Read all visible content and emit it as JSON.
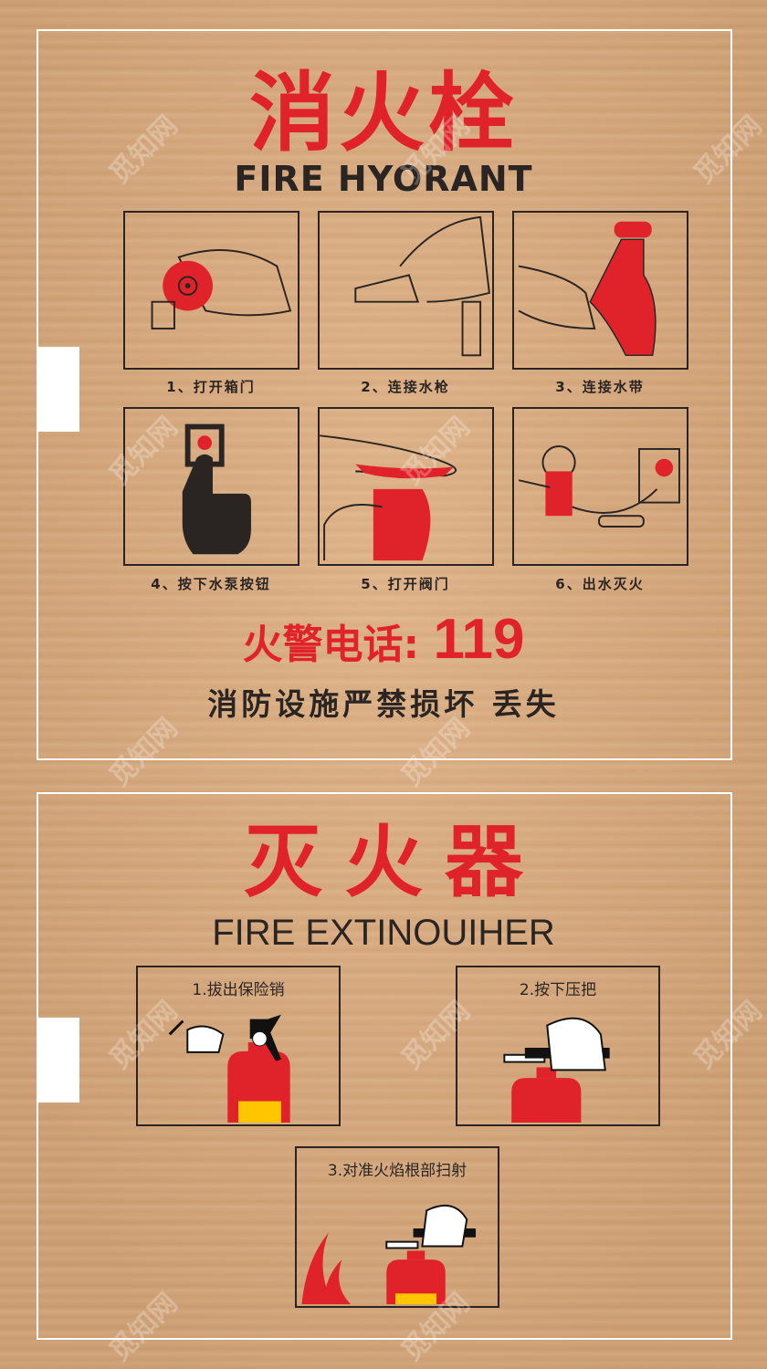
{
  "hydrant": {
    "title": "消火栓",
    "subtitle": "FIRE HYORANT",
    "steps": [
      "1、打开箱门",
      "2、连接水枪",
      "3、连接水带",
      "4、按下水泵按钮",
      "5、打开阀门",
      "6、出水灭火"
    ],
    "phone_label": "火警电话:",
    "phone_number": "119",
    "warning": "消防设施严禁损坏 丢失"
  },
  "extinguisher": {
    "title": "灭火器",
    "subtitle": "FIRE EXTINOUIHER",
    "steps": [
      "1.拔出保险销",
      "2.按下压把",
      "3.对准火焰根部扫射"
    ]
  },
  "watermark": "觅知网",
  "colors": {
    "red": "#e0232b",
    "dark": "#2a2523",
    "yellow": "#ffc600",
    "wood": "#d4a77c"
  }
}
